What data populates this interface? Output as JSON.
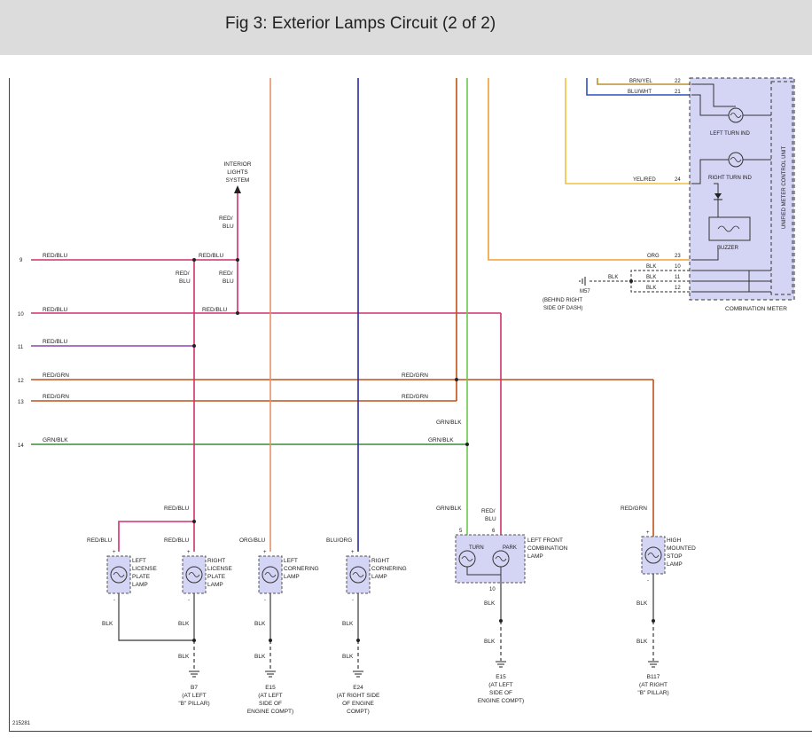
{
  "figure": {
    "title": "Fig 3: Exterior Lamps Circuit (2 of 2)",
    "number": "215281"
  },
  "colors": {
    "red_blu": "#d0306e",
    "red_grn": "#c0501a",
    "grn_blk": "#3a8c3a",
    "orn_blu": "#e8906a",
    "blu_orn": "#2a2aa0",
    "green": "#6cc84a",
    "brown": "#c05010",
    "yel_red": "#f0c040",
    "org": "#f0a030",
    "brn_yel": "#b89030",
    "blu_wht": "#2850c0",
    "blk": "#555555",
    "box_fill": "#d4d4f4"
  },
  "wires": {
    "w9": "9",
    "w10": "10",
    "w11": "11",
    "w12": "12",
    "w13": "13",
    "w14": "14",
    "red_blu": "RED/BLU",
    "red_grn": "RED/GRN",
    "grn_blk": "GRN/BLK",
    "red": "RED/",
    "blu": "BLU",
    "orn_blu": "ORG/BLU",
    "blu_orn": "BLU/ORG",
    "blk": "BLK",
    "brn_yel": "BRN/YEL",
    "blu_wht": "BLU/WHT",
    "yel_red": "YEL/RED",
    "org": "ORG"
  },
  "interior": {
    "l1": "INTERIOR",
    "l2": "LIGHTS",
    "l3": "SYSTEM"
  },
  "meter": {
    "pins": [
      "22",
      "21",
      "24",
      "23",
      "10",
      "11",
      "12"
    ],
    "left_turn": "LEFT TURN IND",
    "right_turn": "RIGHT TURN IND",
    "buzzer": "BUZZER",
    "unit": "UNIFIED METER CONTROL UNIT",
    "name": "COMBINATION METER"
  },
  "m57": {
    "id": "M57",
    "l1": "(BEHIND RIGHT",
    "l2": "SIDE OF DASH)"
  },
  "lamps": {
    "left_plate": {
      "l1": "LEFT",
      "l2": "LICENSE",
      "l3": "PLATE",
      "l4": "LAMP"
    },
    "right_plate": {
      "l1": "RIGHT",
      "l2": "LICENSE",
      "l3": "PLATE",
      "l4": "LAMP"
    },
    "left_corner": {
      "l1": "LEFT",
      "l2": "CORNERING",
      "l3": "LAMP"
    },
    "right_corner": {
      "l1": "RIGHT",
      "l2": "CORNERING",
      "l3": "LAMP"
    },
    "front_combo": {
      "l1": "LEFT FRONT",
      "l2": "COMBINATION",
      "l3": "LAMP",
      "turn": "TURN",
      "park": "PARK",
      "pin5": "5",
      "pin6": "6",
      "pin10": "10"
    },
    "high_stop": {
      "l1": "HIGH",
      "l2": "MOUNTED",
      "l3": "STOP",
      "l4": "LAMP"
    }
  },
  "grounds": {
    "b7": {
      "id": "B7",
      "l1": "(AT LEFT",
      "l2": "\"B\" PILLAR)"
    },
    "e15a": {
      "id": "E15",
      "l1": "(AT LEFT",
      "l2": "SIDE OF",
      "l3": "ENGINE COMPT)"
    },
    "e24": {
      "id": "E24",
      "l1": "(AT RIGHT SIDE",
      "l2": "OF ENGINE",
      "l3": "COMPT)"
    },
    "e15b": {
      "id": "E15",
      "l1": "(AT LEFT",
      "l2": "SIDE OF",
      "l3": "ENGINE COMPT)"
    },
    "b117": {
      "id": "B117",
      "l1": "(AT RIGHT",
      "l2": "\"B\" PILLAR)"
    }
  },
  "pin_marks": {
    "plus": "+",
    "minus": "-"
  }
}
